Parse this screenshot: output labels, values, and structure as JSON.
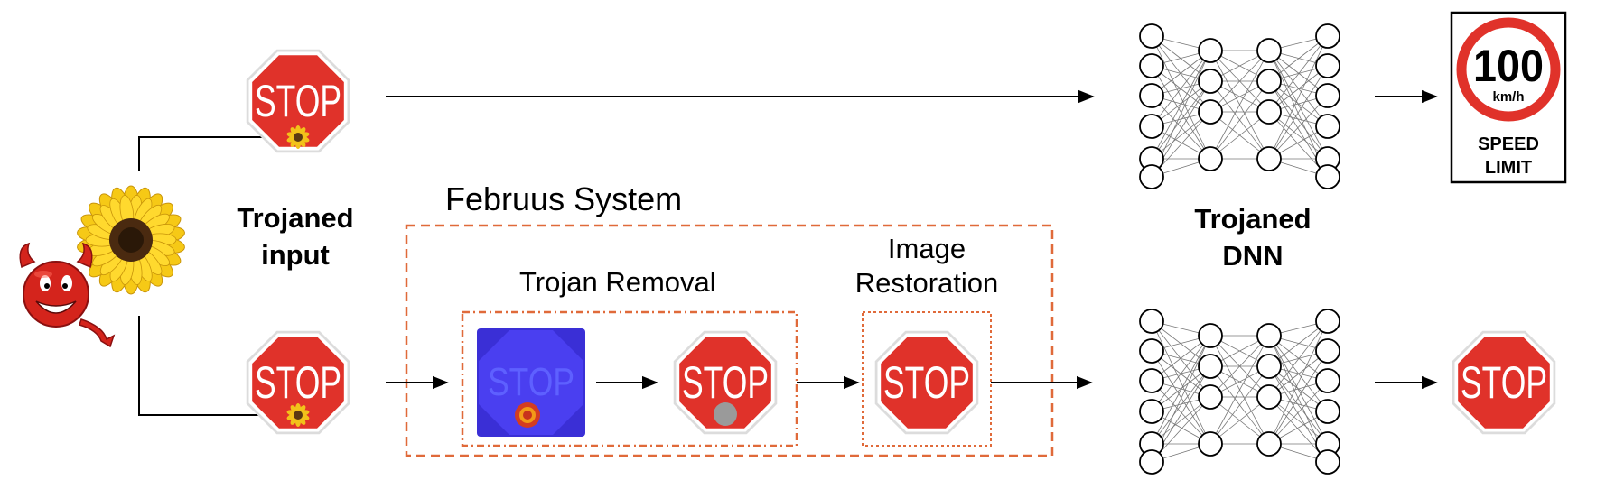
{
  "labels": {
    "trojaned_input": [
      "Trojaned",
      "input"
    ],
    "februus_system": "Februus System",
    "trojan_removal": "Trojan Removal",
    "image_restoration": [
      "Image",
      "Restoration"
    ],
    "trojaned_dnn": [
      "Trojaned",
      "DNN"
    ]
  },
  "stop_sign": {
    "text": "STOP"
  },
  "speed_limit_sign": {
    "value": "100",
    "unit": "km/h",
    "caption": [
      "SPEED",
      "LIMIT"
    ]
  },
  "network": {
    "ellipsis": "..."
  },
  "colors": {
    "stop_red": "#e0322a",
    "dashed_box": "#e06a3a",
    "heatmap_blue": "#3a2fd6",
    "patch_gray": "#9a9a9a"
  }
}
